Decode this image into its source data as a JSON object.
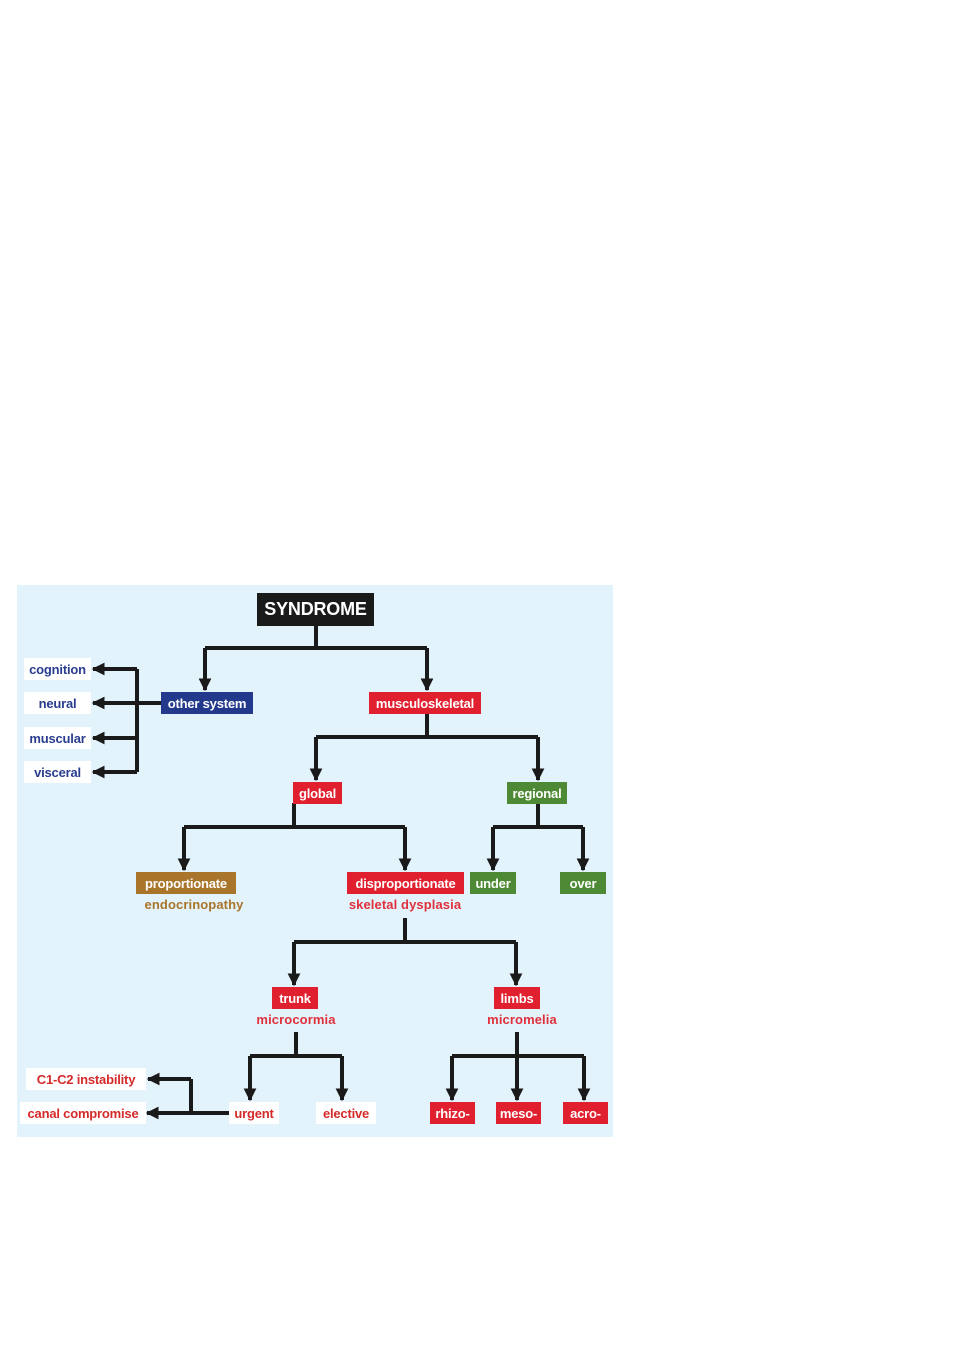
{
  "nodes": {
    "syndrome": "SYNDROME",
    "other_system": "other system",
    "musculoskeletal": "musculoskeletal",
    "cognition": "cognition",
    "neural": "neural",
    "muscular": "muscular",
    "visceral": "visceral",
    "global": "global",
    "regional": "regional",
    "proportionate": "proportionate",
    "disproportionate": "disproportionate",
    "under": "under",
    "over": "over",
    "trunk": "trunk",
    "limbs": "limbs",
    "c1c2_instability": "C1-C2 instability",
    "canal_compromise": "canal compromise",
    "urgent": "urgent",
    "elective": "elective",
    "rhizo": "rhizo-",
    "meso": "meso-",
    "acro": "acro-"
  },
  "subtitles": {
    "endocrinopathy": "endocrinopathy",
    "skeletal_dysplasia": "skeletal dysplasia",
    "microcormia": "microcormia",
    "micromelia": "micromelia"
  },
  "colors": {
    "panel_background": "#e3f3fc",
    "red": "#e0202e",
    "blue": "#233a8c",
    "green": "#4e8a35",
    "brown": "#a8752a",
    "black": "#1a1a1a",
    "connector": "#1a1a1a"
  }
}
